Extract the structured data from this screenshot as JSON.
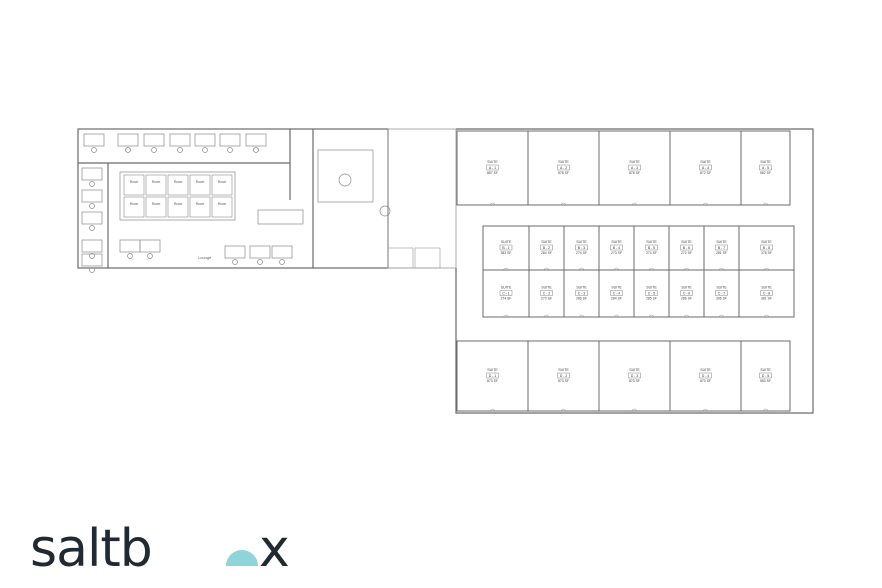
{
  "brand": {
    "name": "saltbox",
    "text_before_mark": "saltb",
    "text_after_mark": "x",
    "accent": "#8fd4d8",
    "ink": "#1f2a33"
  },
  "suites": {
    "label": "SUITE",
    "rowA": [
      {
        "id": "A - 1",
        "area": "887 SF"
      },
      {
        "id": "A - 2",
        "area": "878 SF"
      },
      {
        "id": "A - 3",
        "area": "878 SF"
      },
      {
        "id": "A - 4",
        "area": "872 SF"
      },
      {
        "id": "A - 5",
        "area": "582 SF"
      }
    ],
    "rowB": [
      {
        "id": "B - 1",
        "area": "383 SF"
      },
      {
        "id": "B - 2",
        "area": "284 SF"
      },
      {
        "id": "B - 3",
        "area": "274 SF"
      },
      {
        "id": "B - 4",
        "area": "273 SF"
      },
      {
        "id": "B - 5",
        "area": "274 SF"
      },
      {
        "id": "B - 6",
        "area": "272 SF"
      },
      {
        "id": "B - 7",
        "area": "281 SF"
      },
      {
        "id": "B - 8",
        "area": "378 SF"
      }
    ],
    "rowC": [
      {
        "id": "C - 1",
        "area": "374 SF"
      },
      {
        "id": "C - 2",
        "area": "270 SF"
      },
      {
        "id": "C - 3",
        "area": "286 SF"
      },
      {
        "id": "C - 4",
        "area": "284 SF"
      },
      {
        "id": "C - 5",
        "area": "285 SF"
      },
      {
        "id": "C - 6",
        "area": "286 SF"
      },
      {
        "id": "C - 7",
        "area": "306 SF"
      },
      {
        "id": "C - 8",
        "area": "381 SF"
      }
    ],
    "rowD": [
      {
        "id": "D - 1",
        "area": "873 SF"
      },
      {
        "id": "D - 2",
        "area": "873 SF"
      },
      {
        "id": "D - 3",
        "area": "873 SF"
      },
      {
        "id": "D - 4",
        "area": "870 SF"
      },
      {
        "id": "D - 5",
        "area": "583 SF"
      }
    ]
  },
  "coworking": {
    "room_label": "Room",
    "rooms_row1": [
      "",
      "",
      "",
      "",
      ""
    ],
    "rooms_row2": [
      "",
      "",
      "",
      "",
      ""
    ],
    "lounge_label": "Lounge"
  },
  "colors": {
    "wall": "#6b6b6b",
    "thin": "#9a9a9a",
    "suite_fill": "#ffffff"
  }
}
